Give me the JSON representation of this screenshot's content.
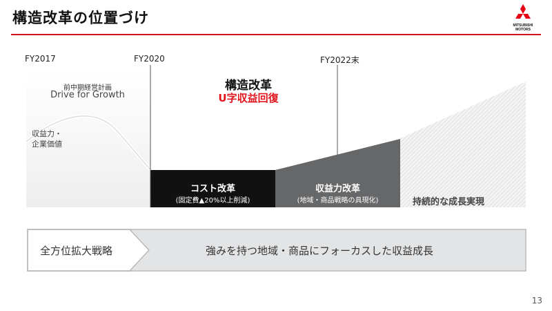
{
  "header": {
    "title": "構造改革の位置づけ",
    "logo_line1": "MITSUBISHI",
    "logo_line2": "MOTORS"
  },
  "timeline": {
    "fy2017": "FY2017",
    "fy2020": "FY2020",
    "fy2022": "FY2022末"
  },
  "previous_plan": {
    "label": "前中期経営計画",
    "name": "Drive for Growth"
  },
  "kpi_label": {
    "line1": "収益力・",
    "line2": "企業価値"
  },
  "structural_reform": {
    "heading": "構造改革",
    "subheading": "U字収益回復"
  },
  "blocks": {
    "cost_reform_title": "コスト改革",
    "cost_reform_detail": "(固定費▲20%以上削減)",
    "profit_reform_title": "収益力改革",
    "profit_reform_detail": "(地域・商品戦略の具現化)",
    "sustainable_growth": "持続的な成長実現"
  },
  "strategy_bar": {
    "left": "全方位拡大戦略",
    "right": "強みを持つ地域・商品にフォーカスした収益成長"
  },
  "footer": {
    "page_number": "13"
  },
  "colors": {
    "accent_red": "#d3131d",
    "cost_block": "#111111",
    "profit_block": "#666769",
    "hatch": "#cfcfcf"
  }
}
